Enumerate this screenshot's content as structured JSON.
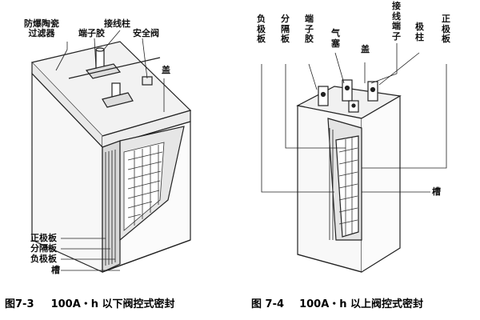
{
  "figure_left": {
    "labels": {
      "filter": "防爆陶瓷\n过滤器",
      "terminal_glue": "端子胶",
      "terminal_post": "接线柱",
      "safety_valve": "安全阀",
      "lid": "盖",
      "positive_plate": "正极板",
      "separator": "分隔板",
      "negative_plate": "负极板",
      "tank": "槽"
    },
    "caption_num": "图7-3",
    "caption_text": "100A・h 以下阀控式密封"
  },
  "figure_right": {
    "labels": {
      "negative_plate": "负极板",
      "separator": "分隔板",
      "terminal_glue": "端子胶",
      "gas_plug": "气塞",
      "lid": "盖",
      "terminal": "接线端子",
      "post": "极柱",
      "positive_plate": "正极板",
      "tank": "槽"
    },
    "caption_num": "图 7-4",
    "caption_text": "100A・h 以上阀控式密封"
  }
}
